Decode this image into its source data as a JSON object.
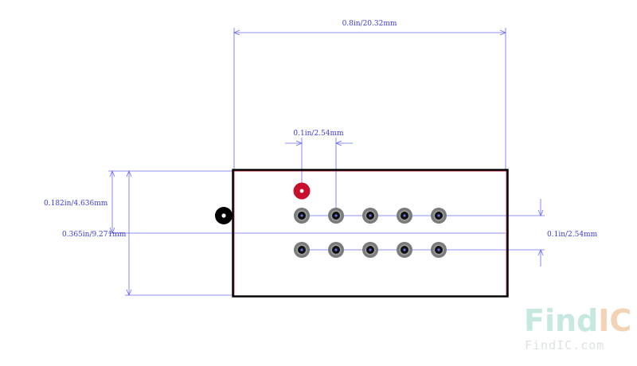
{
  "dimensions": {
    "overall_width": "0.8in/20.32mm",
    "pin_pitch_horizontal": "0.1in/2.54mm",
    "row_offset": "0.182in/4.636mm",
    "overall_height": "0.365in/9.271mm",
    "row_pitch": "0.1in/2.54mm"
  },
  "pins": {
    "rows": 2,
    "columns": 5,
    "pin1_color": "#c8102e",
    "pad_color": "#7a7a7a",
    "drill_color": "#101010"
  },
  "colors": {
    "dimension_line": "#6a6af0",
    "dimension_text": "#3b3bd6",
    "outline": "#000000",
    "marker": "#000000"
  },
  "watermark": {
    "logo_part1": "Find",
    "logo_part2": "IC",
    "logo_part1_color": "#c7e8e0",
    "logo_part2_color": "#f3d3b6",
    "url": "FindIC.com"
  }
}
